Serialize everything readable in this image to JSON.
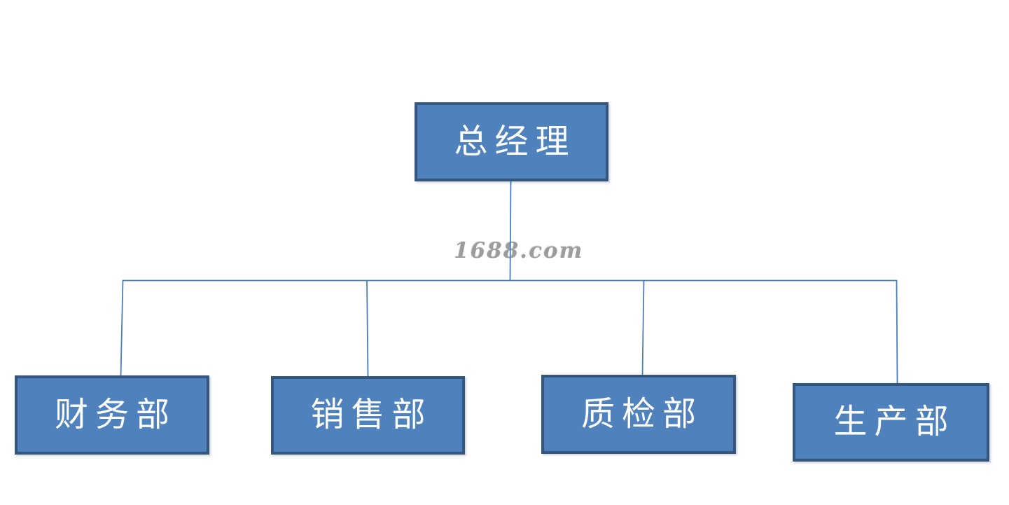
{
  "watermark": {
    "text": "1688.com",
    "color": "#9c9c9c"
  },
  "org_chart": {
    "type": "org-hierarchy",
    "root": {
      "label": "总经理"
    },
    "departments": [
      {
        "label": "财务部"
      },
      {
        "label": "销售部"
      },
      {
        "label": "质检部"
      },
      {
        "label": "生产部"
      }
    ],
    "colors": {
      "node_fill": "#4f81bd",
      "node_border": "#35567e",
      "node_text": "#ffffff",
      "connector": "#4a7ebb",
      "background": "#ffffff"
    }
  }
}
